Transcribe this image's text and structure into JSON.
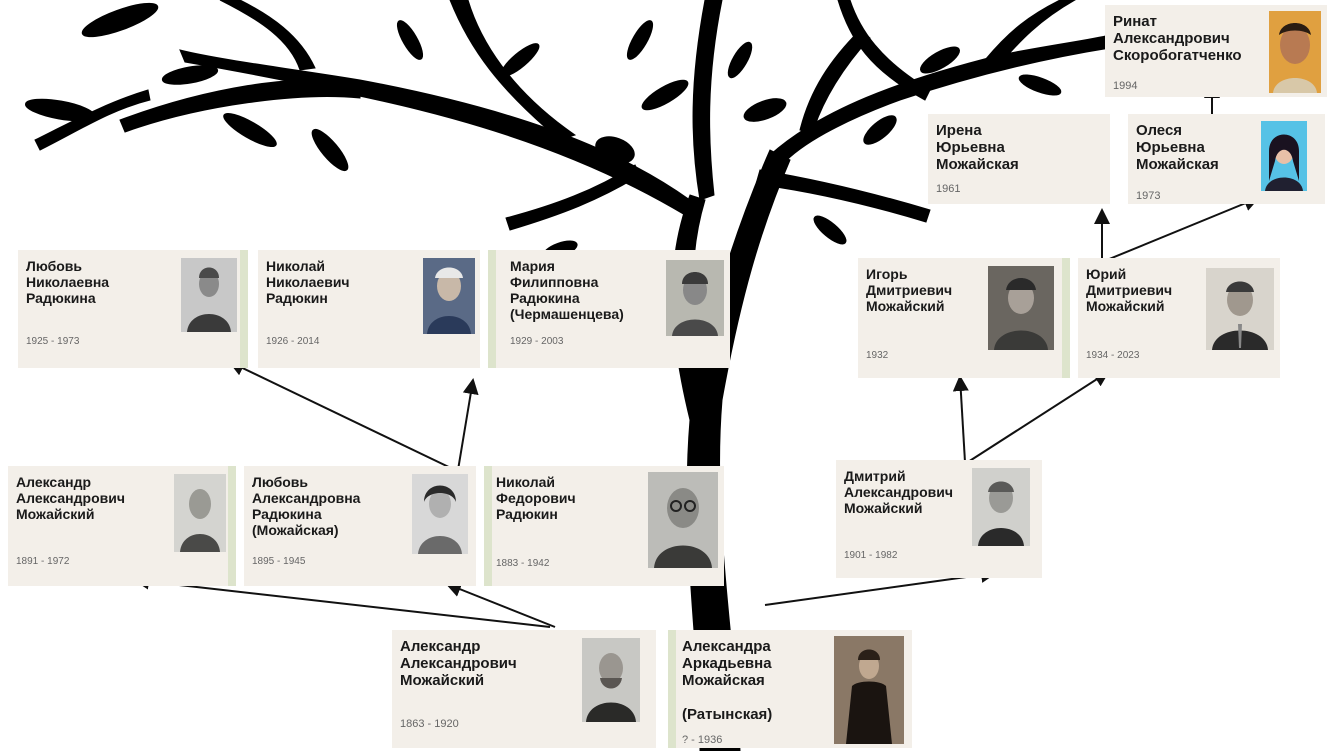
{
  "people": {
    "rinat": {
      "name": "Ринат\nАлександрович\nСкоробогатченко",
      "dates": "1994"
    },
    "olesya": {
      "name": "Олеся\nЮрьевна\nМожайская",
      "dates": "1973"
    },
    "irena": {
      "name": "Ирена\nЮрьевна\nМожайская",
      "dates": "1961"
    },
    "lyubov_n": {
      "name": "Любовь\nНиколаевна\nРадюкина",
      "dates": "1925 - 1973"
    },
    "nikolai_n": {
      "name": "Николай\nНиколаевич\nРадюкин",
      "dates": "1926 - 2014"
    },
    "maria": {
      "name": "Мария\nФилипповна\nРадюкина\n(Чермашенцева)",
      "dates": "1929 - 2003"
    },
    "igor": {
      "name": "Игорь\nДмитриевич\nМожайский",
      "dates": "1932"
    },
    "yuri": {
      "name": "Юрий\nДмитриевич\nМожайский",
      "dates": "1934 - 2023"
    },
    "alexander_a2": {
      "name": "Александр\nАлександрович\nМожайский",
      "dates": "1891 - 1972"
    },
    "lyubov_a": {
      "name": "Любовь\nАлександровна\nРадюкина\n(Можайская)",
      "dates": "1895 - 1945"
    },
    "nikolai_f": {
      "name": "Николай\nФедорович\nРадюкин",
      "dates": "1883 - 1942"
    },
    "dmitry": {
      "name": "Дмитрий\nАлександрович\nМожайский",
      "dates": "1901 - 1982"
    },
    "alexander_a1": {
      "name": "Александр\nАлександрович\nМожайский",
      "dates": "1863 - 1920"
    },
    "alexandra": {
      "name": "Александра\nАркадьевна\nМожайская\n\n(Ратынская)",
      "dates": "? - 1936"
    }
  },
  "colors": {
    "card_bg": "#f3efe9",
    "tree": "#000000",
    "arrow": "#111111",
    "side_bar": "#dde4cc"
  },
  "icons": {
    "photo": "portrait-photo-icon"
  }
}
